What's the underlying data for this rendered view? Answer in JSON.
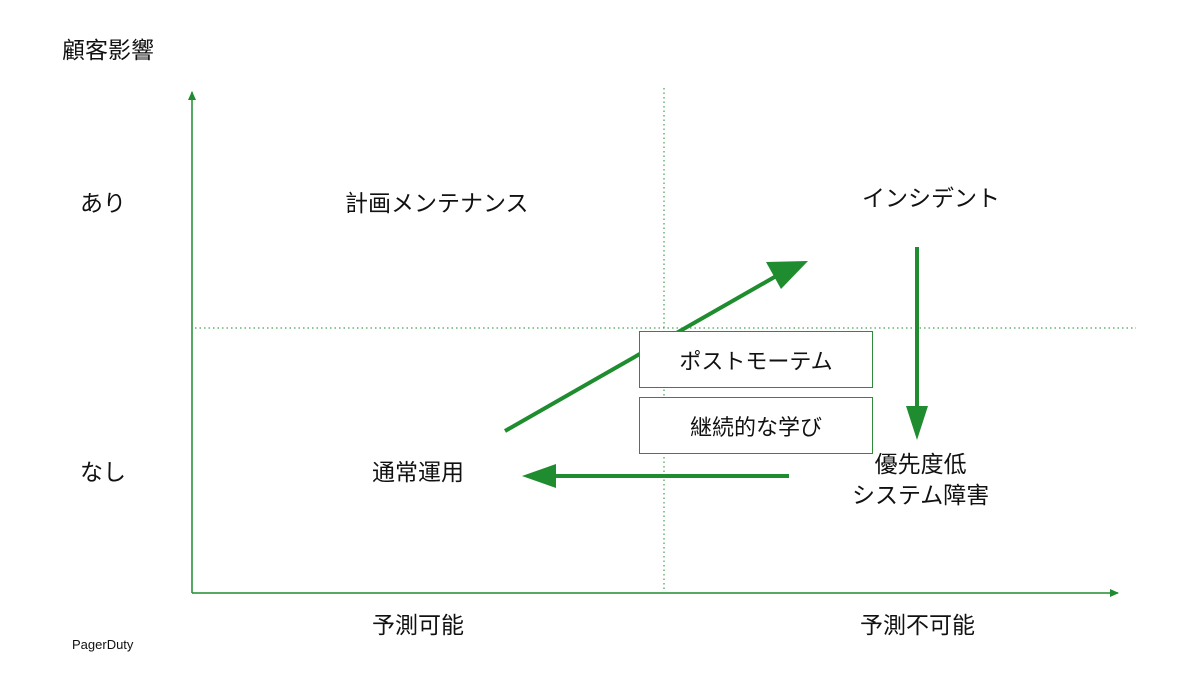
{
  "axis": {
    "y_title": "顧客影響",
    "y_high": "あり",
    "y_low": "なし",
    "x_left": "予測可能",
    "x_right": "予測不可能"
  },
  "quadrants": {
    "top_left": "計画メンテナンス",
    "top_right": "インシデント",
    "bottom_left": "通常運用",
    "bottom_right": [
      "優先度低",
      "システム障害"
    ]
  },
  "boxes": [
    "ポストモーテム",
    "継続的な学び"
  ],
  "brand": "PagerDuty",
  "colors": {
    "accent": "#1e8c2f",
    "box_border": "#2e8b3a",
    "text": "#111111"
  }
}
